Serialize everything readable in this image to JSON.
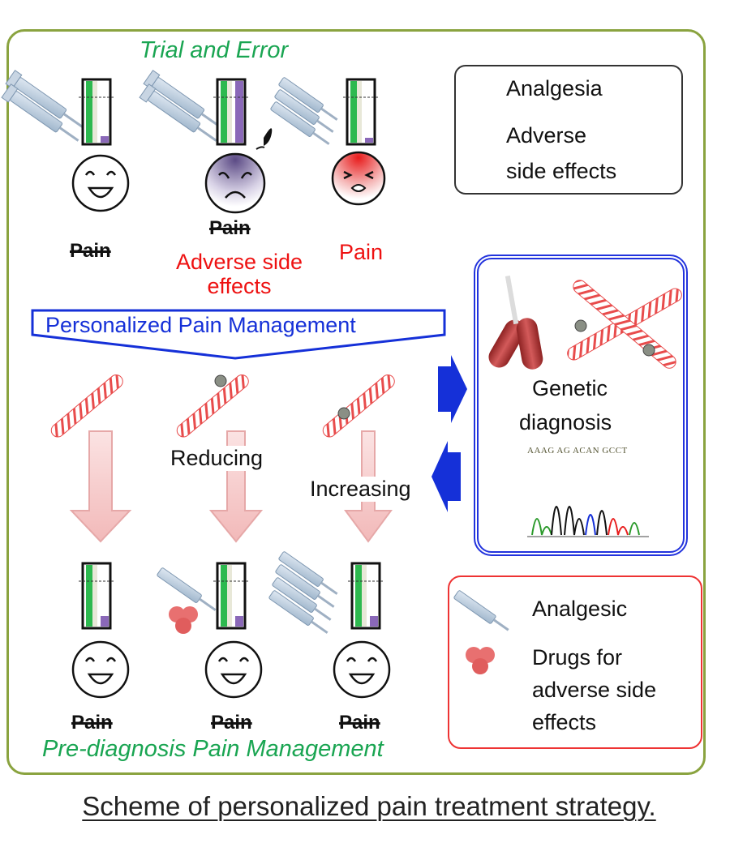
{
  "top": {
    "title": "Trial and Error",
    "labels": {
      "col1": "Pain",
      "col2_struck": "Pain",
      "col2_effect": "Adverse side effects",
      "col3": "Pain"
    }
  },
  "legend": {
    "analgesia": "Analgesia",
    "adverse_line1": "Adverse",
    "adverse_line2": "side effects",
    "colors": {
      "analgesia": "#2db94f",
      "adverse": "#8a68b8"
    }
  },
  "banner": {
    "text": "Personalized Pain Management"
  },
  "arrows": {
    "reducing": "Reducing",
    "increasing": "Increasing"
  },
  "genetic": {
    "line1": "Genetic",
    "line2": "diagnosis",
    "sequence": "AAAG AG ACAN GCCT"
  },
  "drug_legend": {
    "analgesic": "Analgesic",
    "drugs_line1": "Drugs for",
    "drugs_line2": "adverse side",
    "drugs_line3": "effects"
  },
  "bottom": {
    "labels": [
      "Pain",
      "Pain",
      "Pain"
    ],
    "title": "Pre-diagnosis Pain Management"
  },
  "caption": "Scheme of personalized pain treatment strategy."
}
